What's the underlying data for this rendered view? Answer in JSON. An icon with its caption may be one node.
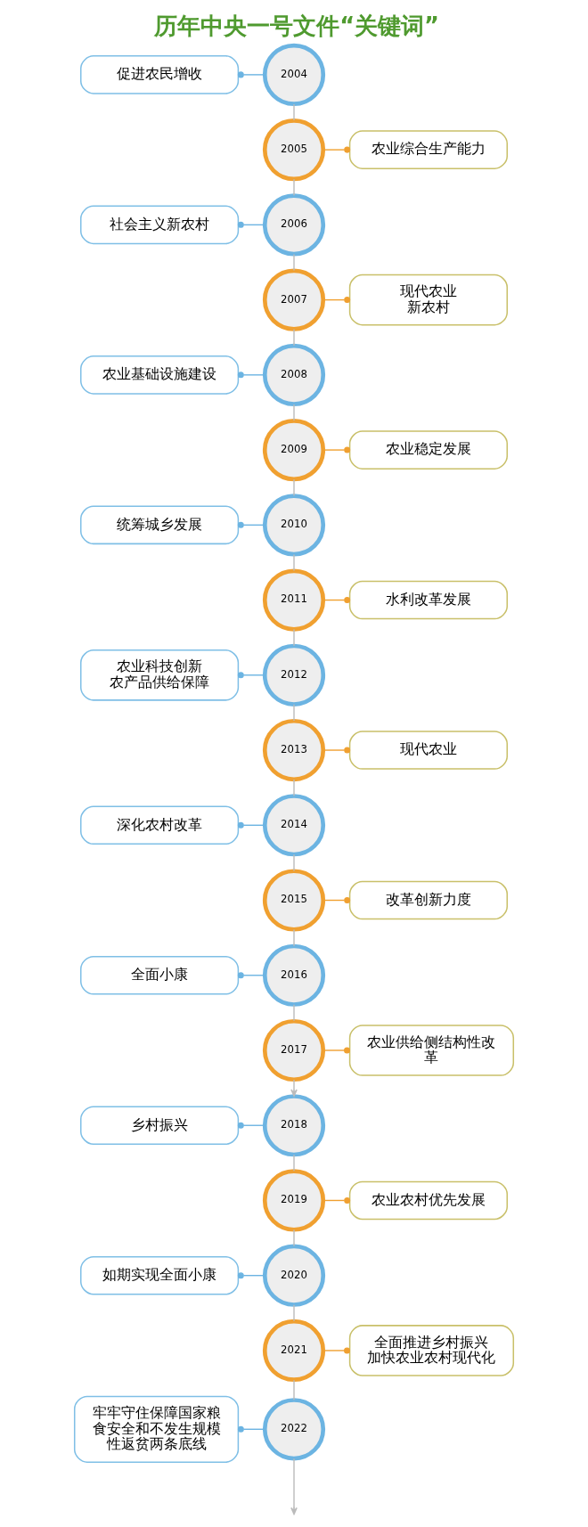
{
  "diagram": {
    "title": "历年中央一号文件“关键词”",
    "nodes": [
      {
        "text": [
          "促进农民增收"
        ]
      },
      {
        "text": [
          "2004"
        ]
      },
      {
        "text": [
          "2005"
        ]
      },
      {
        "text": [
          "农业综合生产能力"
        ]
      },
      {
        "text": [
          "社会主义新农村"
        ]
      },
      {
        "text": [
          "2006"
        ]
      },
      {
        "text": [
          "2007"
        ]
      },
      {
        "text": [
          "现代农业",
          "新农村"
        ]
      },
      {
        "text": [
          "农业基础设施建设"
        ]
      },
      {
        "text": [
          "2008"
        ]
      },
      {
        "text": [
          "2009"
        ]
      },
      {
        "text": [
          "农业稳定发展"
        ]
      },
      {
        "text": [
          "统筹城乡发展"
        ]
      },
      {
        "text": [
          "2010"
        ]
      },
      {
        "text": [
          "2011"
        ]
      },
      {
        "text": [
          "水利改革发展"
        ]
      },
      {
        "text": [
          "农业科技创新",
          "农产品供给保障"
        ]
      },
      {
        "text": [
          "2012"
        ]
      },
      {
        "text": [
          "2013"
        ]
      },
      {
        "text": [
          "现代农业"
        ]
      },
      {
        "text": [
          "深化农村改革"
        ]
      },
      {
        "text": [
          "2014"
        ]
      },
      {
        "text": [
          "2015"
        ]
      },
      {
        "text": [
          "改革创新力度"
        ]
      },
      {
        "text": [
          "全面小康"
        ]
      },
      {
        "text": [
          "2016"
        ]
      },
      {
        "text": [
          "2017"
        ]
      },
      {
        "text": [
          "农业供给侧结构性改革"
        ]
      },
      {
        "text": [
          "乡村振兴"
        ]
      },
      {
        "text": [
          "2018"
        ]
      },
      {
        "text": [
          "2019"
        ]
      },
      {
        "text": [
          "农业农村优先发展"
        ]
      },
      {
        "text": [
          "如期实现全面小康"
        ]
      },
      {
        "text": [
          "2020"
        ]
      },
      {
        "text": [
          "2021"
        ]
      },
      {
        "text": [
          "全面推进乡村振兴",
          "加快农业农村现代化"
        ]
      },
      {
        "text": [
          "牢牢守住保障国家粮食安全和不发生规模性返贫两条底线"
        ]
      },
      {
        "text": [
          "2022"
        ]
      }
    ],
    "edges": [
      {
        "from": 0,
        "to": 1,
        "arrow": "other",
        "color": "#6cb4e2"
      },
      {
        "from": 1,
        "to": 2,
        "arrow": "none"
      },
      {
        "from": 2,
        "to": 3,
        "arrow": "other",
        "color": "#f0a030"
      },
      {
        "from": 2,
        "to": 5,
        "arrow": "none"
      },
      {
        "from": 4,
        "to": 5,
        "arrow": "other",
        "color": "#6cb4e2"
      },
      {
        "from": 5,
        "to": 6,
        "arrow": "none"
      },
      {
        "from": 6,
        "to": 7,
        "arrow": "other",
        "color": "#f0a030"
      },
      {
        "from": 6,
        "to": 9,
        "arrow": "none"
      },
      {
        "from": 8,
        "to": 9,
        "arrow": "other",
        "color": "#6cb4e2"
      },
      {
        "from": 9,
        "to": 10,
        "arrow": "none"
      },
      {
        "from": 10,
        "to": 11,
        "arrow": "other",
        "color": "#f0a030"
      },
      {
        "from": 10,
        "to": 13,
        "arrow": "none"
      },
      {
        "from": 12,
        "to": 13,
        "arrow": "other",
        "color": "#6cb4e2"
      },
      {
        "from": 13,
        "to": 14,
        "arrow": "none"
      },
      {
        "from": 14,
        "to": 15,
        "arrow": "other",
        "color": "#f0a030"
      },
      {
        "from": 14,
        "to": 17,
        "arrow": "none"
      },
      {
        "from": 16,
        "to": 17,
        "arrow": "other",
        "color": "#6cb4e2"
      },
      {
        "from": 17,
        "to": 18,
        "arrow": "none"
      },
      {
        "from": 18,
        "to": 19,
        "arrow": "other",
        "color": "#f0a030"
      },
      {
        "from": 18,
        "to": 21,
        "arrow": "none"
      },
      {
        "from": 20,
        "to": 21,
        "arrow": "other",
        "color": "#6cb4e2"
      },
      {
        "from": 21,
        "to": 22,
        "arrow": "none"
      },
      {
        "from": 22,
        "to": 23,
        "arrow": "other",
        "color": "#f0a030"
      },
      {
        "from": 22,
        "to": 25,
        "arrow": "none"
      },
      {
        "from": 24,
        "to": 25,
        "arrow": "other",
        "color": "#6cb4e2"
      },
      {
        "from": 25,
        "to": 26,
        "arrow": "none"
      },
      {
        "from": 26,
        "to": 27,
        "arrow": "other",
        "color": "#f0a030"
      },
      {
        "from": 26,
        "to": 29,
        "arrow": "to"
      },
      {
        "from": 28,
        "to": 29,
        "arrow": "other",
        "color": "#6cb4e2"
      },
      {
        "from": 29,
        "to": 30,
        "arrow": "none"
      },
      {
        "from": 30,
        "to": 31,
        "arrow": "other",
        "color": "#f0a030"
      },
      {
        "from": 30,
        "to": 33,
        "arrow": "none"
      },
      {
        "from": 32,
        "to": 33,
        "arrow": "other",
        "color": "#6cb4e2"
      },
      {
        "from": 33,
        "to": 34,
        "arrow": "none"
      },
      {
        "from": 34,
        "to": 35,
        "arrow": "other",
        "color": "#f0a030"
      },
      {
        "from": 34,
        "to": 37,
        "arrow": "none"
      },
      {
        "from": 36,
        "to": 37,
        "arrow": "other",
        "color": "#6cb4e2"
      },
      {
        "from": 37,
        "to": null,
        "arrow": "to"
      }
    ]
  }
}
